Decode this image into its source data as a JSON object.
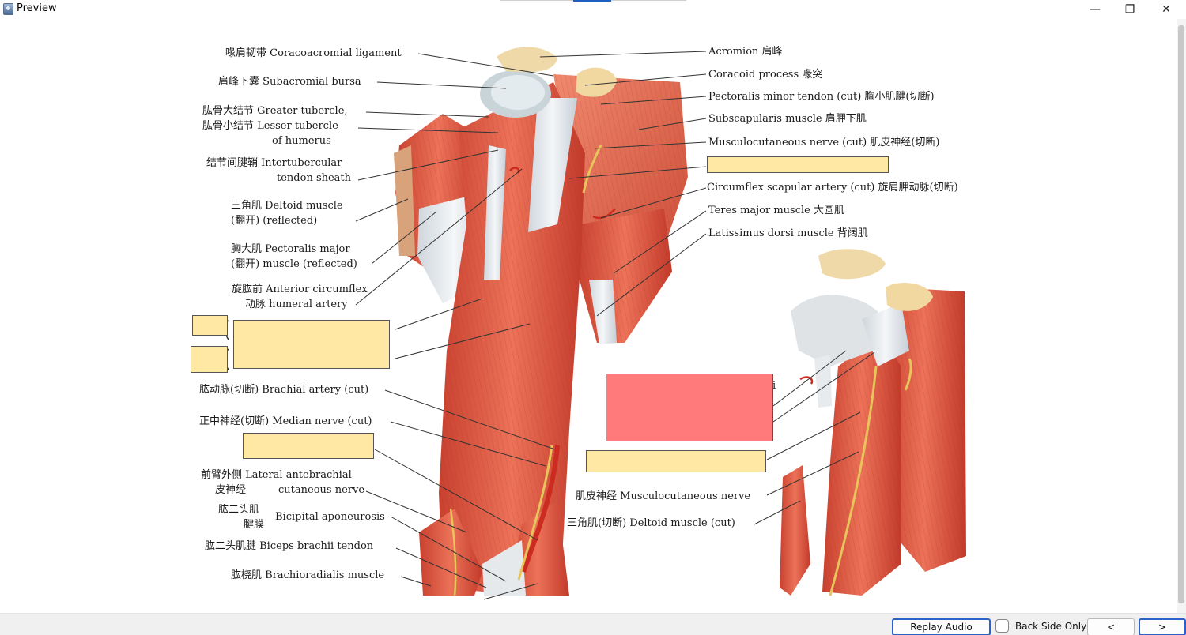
{
  "window": {
    "title": "Preview",
    "minimize_glyph": "—",
    "maximize_glyph": "❐",
    "close_glyph": "✕",
    "icon": "preview-app-icon"
  },
  "labels_left": {
    "coracoacromial": "喙肩韧带 Coracoacromial ligament",
    "subacromial": "肩峰下囊 Subacromial bursa",
    "greater_tubercle": "肱骨大结节 Greater tubercle,",
    "lesser_tubercle": "肱骨小结节 Lesser tubercle",
    "of_humerus": "of humerus",
    "intertubercular_1": "结节间腱鞘 Intertubercular",
    "intertubercular_2": "tendon sheath",
    "deltoid_1": "三角肌 Deltoid muscle",
    "deltoid_2": "(翻开)   (reflected)",
    "pectoralis_1": "胸大肌 Pectoralis major",
    "pectoralis_2": "(翻开)  muscle (reflected)",
    "circumflex_1": "旋肱前 Anterior circumflex",
    "circumflex_2": "动脉 humeral artery",
    "brachial_artery": "肱动脉(切断) Brachial artery (cut)",
    "median_nerve": "正中神经(切断) Median nerve (cut)",
    "lateral_1": "前臂外侧 Lateral antebrachial",
    "lateral_2": "皮神经",
    "lateral_3": "cutaneous nerve",
    "bicipital_1": "肱二头肌",
    "bicipital_2": "腱膜",
    "bicipital_3": "Bicipital aponeurosis",
    "biceps_tendon": "肱二头肌腱 Biceps brachii tendon",
    "brachioradialis": "肱桡肌 Brachioradialis muscle"
  },
  "labels_right": {
    "acromion": "Acromion 肩峰",
    "coracoid": "Coracoid process 喙突",
    "pectoralis_minor": "Pectoralis minor tendon (cut) 胸小肌腱(切断)",
    "subscapularis": "Subscapularis muscle 肩胛下肌",
    "musculocutaneous_cut": "Musculocutaneous nerve (cut) 肌皮神经(切断)",
    "circumflex_scapular": "Circumflex scapular artery (cut) 旋肩胛动脉(切断)",
    "teres_major": "Teres major muscle 大圆肌",
    "latissimus": "Latissimus dorsi muscle 背阔肌"
  },
  "labels_inset": {
    "musculocutaneous": "肌皮神经 Musculocutaneous nerve",
    "deltoid_cut": "三角肌(切断) Deltoid muscle (cut)",
    "partial_char": "i"
  },
  "bottom": {
    "replay_label": "Replay Audio",
    "back_side_label": "Back Side Only",
    "prev_label": "<",
    "next_label": ">",
    "back_side_checked": false
  },
  "colors": {
    "mask_yellow": "#ffe8a3",
    "mask_red": "#ff7b7b",
    "muscle": "#e0523c",
    "accent_blue": "#2a62c9"
  }
}
